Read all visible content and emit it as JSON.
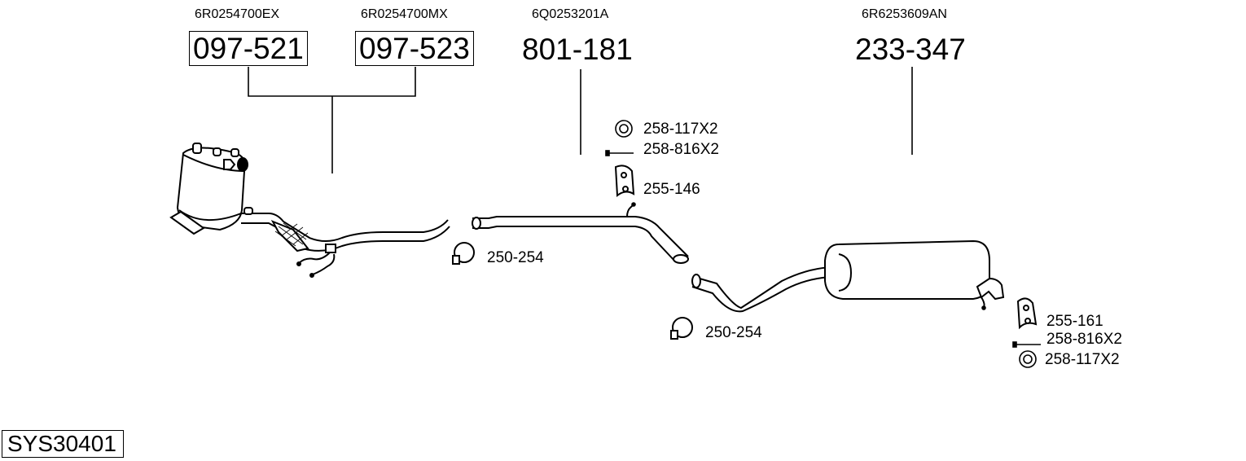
{
  "parts": {
    "dpf_a": {
      "oe": "6R0254700EX",
      "number": "097-521"
    },
    "dpf_b": {
      "oe": "6R0254700MX",
      "number": "097-523"
    },
    "middle_pipe": {
      "oe": "6Q0253201A",
      "number": "801-181"
    },
    "rear_silencer": {
      "oe": "6R6253609AN",
      "number": "233-347"
    }
  },
  "accessories": {
    "ring_front": "258-117X2",
    "bolt_front": "258-816X2",
    "hanger_front": "255-146",
    "clamp_1": "250-254",
    "clamp_2": "250-254",
    "hanger_rear": "255-161",
    "bolt_rear": "258-816X2",
    "ring_rear": "258-117X2"
  },
  "system_id": "SYS30401"
}
